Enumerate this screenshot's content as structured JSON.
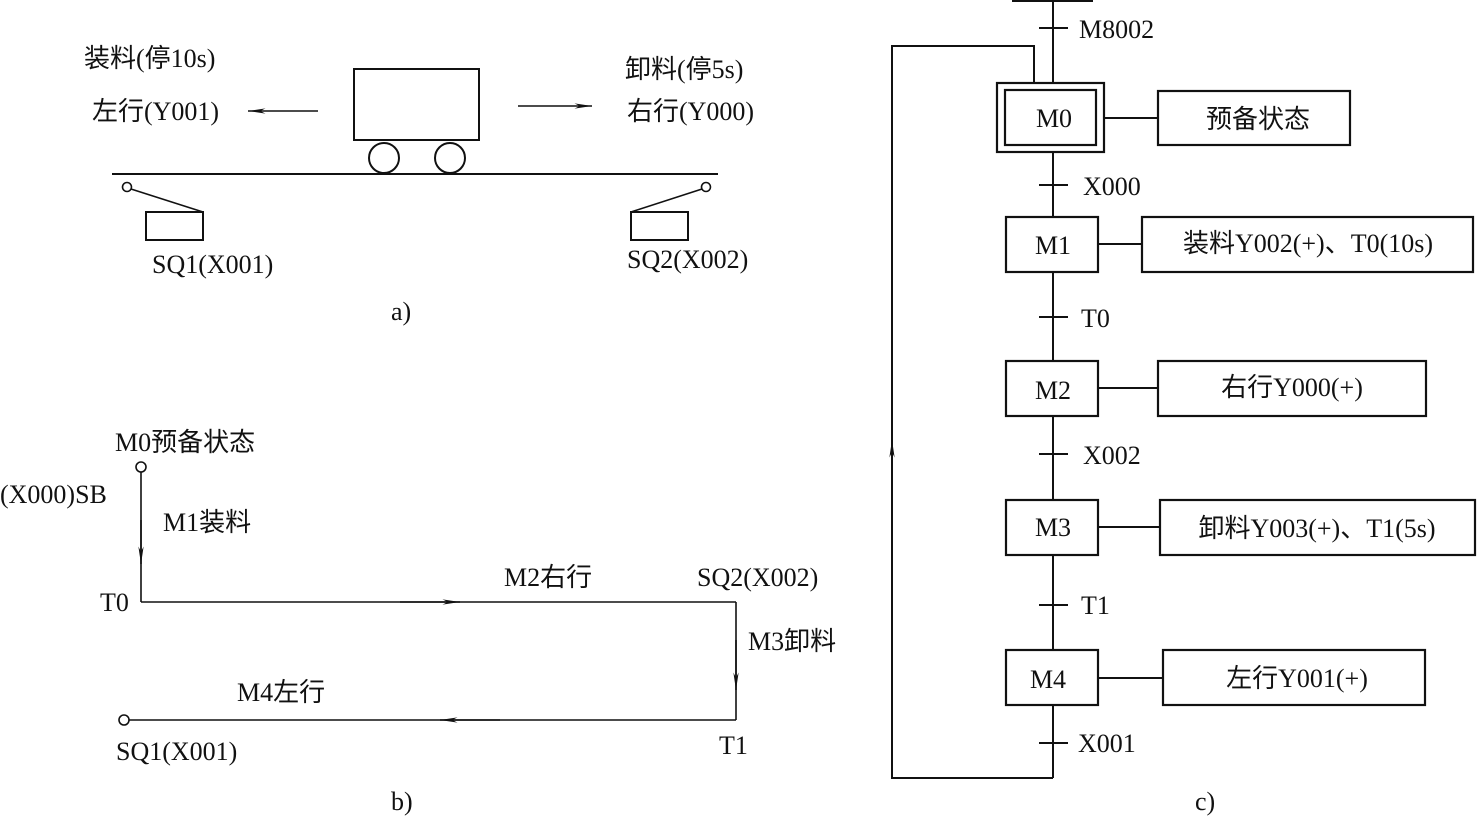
{
  "panel_a": {
    "load_label": "装料(停10s)",
    "left_label": "左行(Y001)",
    "unload_label": "卸料(停5s)",
    "right_label": "右行(Y000)",
    "sq1_label": "SQ1(X001)",
    "sq2_label": "SQ2(X002)",
    "caption": "a)"
  },
  "panel_b": {
    "m0_label": "M0预备状态",
    "sb_label": "(X000)SB",
    "m1_label": "M1装料",
    "t0_label": "T0",
    "m2_label": "M2右行",
    "sq2_label": "SQ2(X002)",
    "m3_label": "M3卸料",
    "m4_label": "M4左行",
    "sq1_label": "SQ1(X001)",
    "t1_label": "T1",
    "caption": "b)"
  },
  "panel_c": {
    "init_transition": "M8002",
    "steps": [
      {
        "id": "M0",
        "action": "预备状态",
        "transition": "X000"
      },
      {
        "id": "M1",
        "action": "装料Y002(+)、T0(10s)",
        "transition": "T0"
      },
      {
        "id": "M2",
        "action": "右行Y000(+)",
        "transition": "X002"
      },
      {
        "id": "M3",
        "action": "卸料Y003(+)、T1(5s)",
        "transition": "T1"
      },
      {
        "id": "M4",
        "action": "左行Y001(+)",
        "transition": "X001"
      }
    ],
    "caption": "c)"
  }
}
